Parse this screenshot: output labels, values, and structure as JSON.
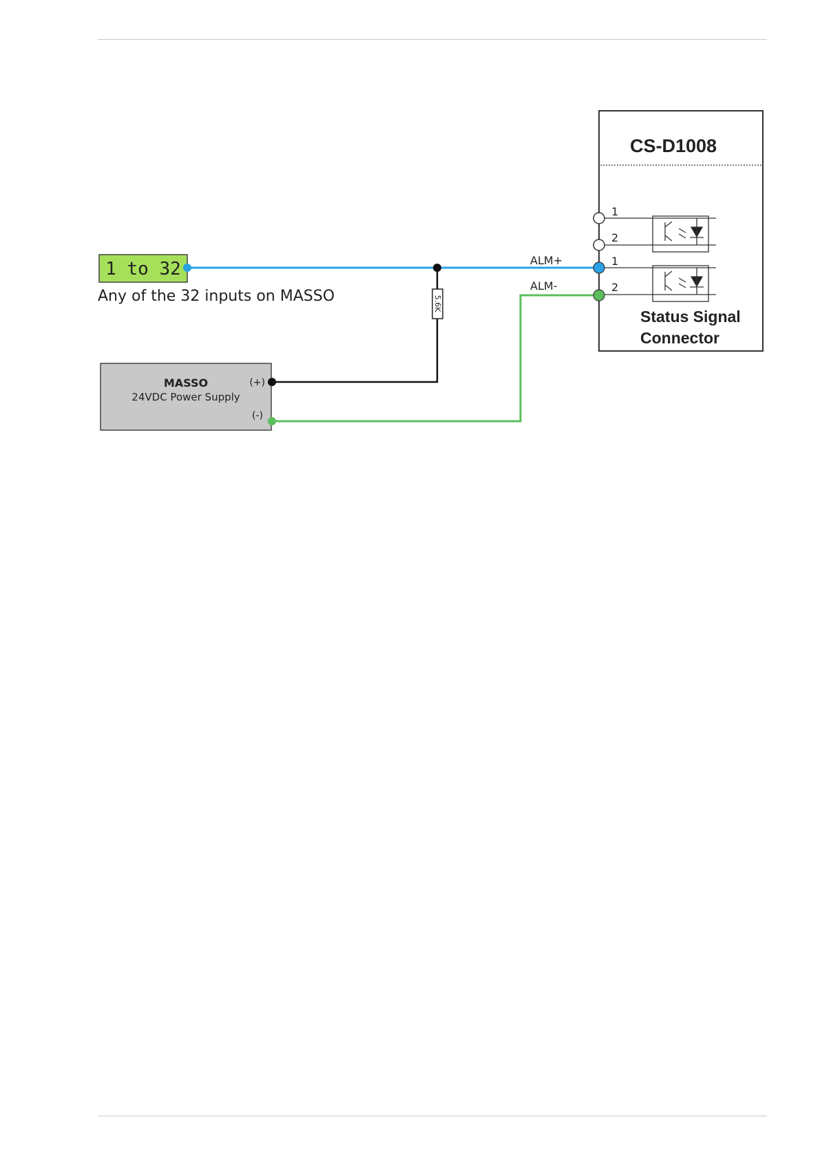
{
  "input_box": {
    "label": "1 to 32",
    "caption": "Any of the 32 inputs on MASSO"
  },
  "resistor": {
    "value": "5.6K"
  },
  "power_supply": {
    "title": "MASSO",
    "subtitle": "24VDC Power Supply",
    "plus": "(+)",
    "minus": "(-)"
  },
  "driver": {
    "model": "CS-D1008",
    "pins_upper": [
      "1",
      "2"
    ],
    "pins_lower": [
      "1",
      "2"
    ],
    "connector_label_line1": "Status Signal",
    "connector_label_line2": "Connector"
  },
  "signals": {
    "alm_plus": "ALM+",
    "alm_minus": "ALM-"
  },
  "colors": {
    "signal_wire": "#29a3e6",
    "ground_wire": "#5cbf5c",
    "power_wire": "#111111",
    "input_box_fill": "#a6e05a",
    "supply_fill": "#c8c8c8"
  }
}
